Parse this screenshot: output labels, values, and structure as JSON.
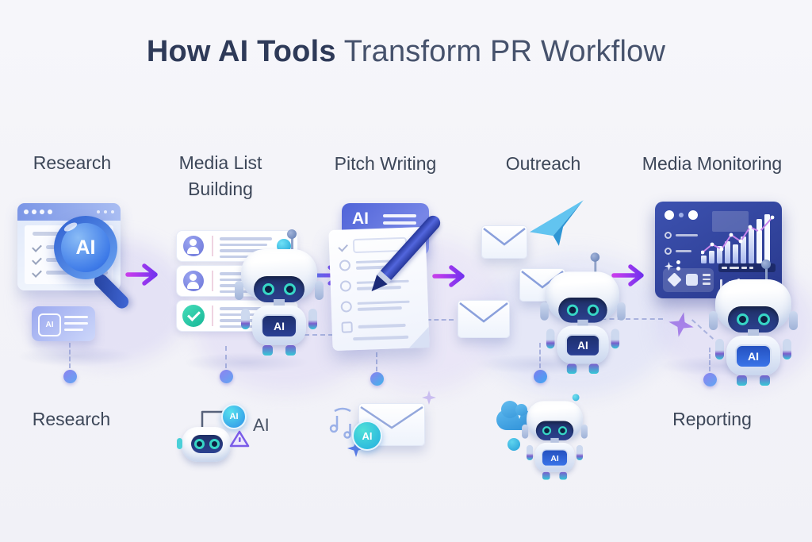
{
  "title": {
    "bold": "How AI Tools",
    "rest": " Transform PR Workflow"
  },
  "ai": "AI",
  "stages": [
    {
      "label": "Research"
    },
    {
      "label": "Media List Building"
    },
    {
      "label": "Pitch Writing"
    },
    {
      "label": "Outreach"
    },
    {
      "label": "Media Monitoring"
    }
  ],
  "bottom": {
    "research": "Research",
    "ai_label": "AI",
    "reporting": "Reporting"
  },
  "dashboard": {
    "bars": [
      10,
      16,
      22,
      28,
      24,
      34,
      44,
      56,
      62
    ],
    "line": [
      [
        2,
        50
      ],
      [
        14,
        40
      ],
      [
        26,
        46
      ],
      [
        38,
        28
      ],
      [
        50,
        36
      ],
      [
        62,
        18
      ],
      [
        74,
        24
      ],
      [
        90,
        6
      ]
    ]
  },
  "colors": {
    "background": "#f3f3f8",
    "title_navy": "#2e3a58",
    "label_slate": "#3d4759",
    "arrow_magenta": "#cb3ded",
    "arrow_violet": "#7433ee",
    "robot_navy": "#22316e",
    "teal": "#37d6c6",
    "dashboard_blue": "#32429e"
  }
}
